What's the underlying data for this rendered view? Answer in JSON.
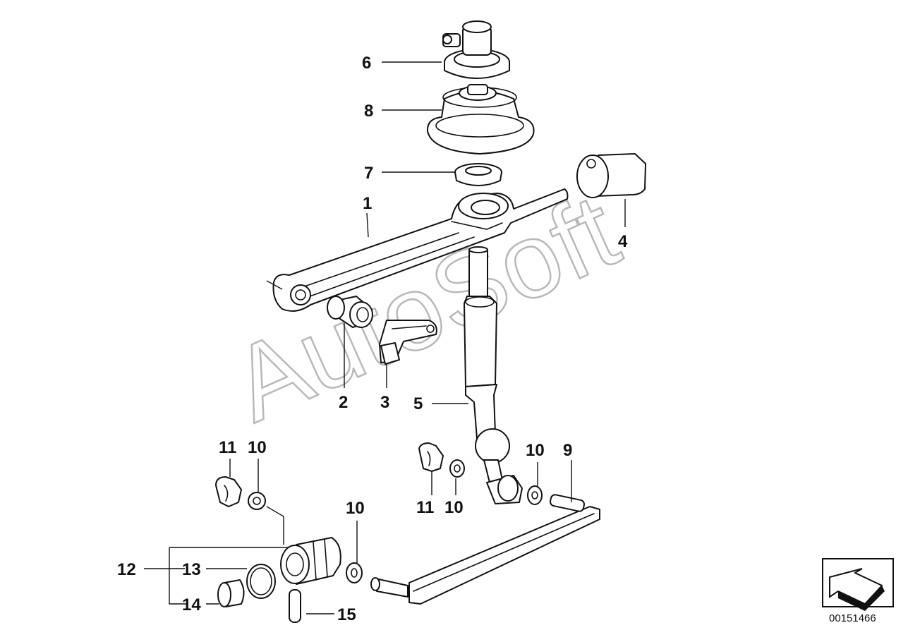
{
  "watermark": "AutoSoft",
  "reference_number": "00151466",
  "callouts": [
    "1",
    "2",
    "3",
    "4",
    "5",
    "6",
    "7",
    "8",
    "9",
    "10",
    "10",
    "10",
    "10",
    "11",
    "11",
    "12",
    "13",
    "14",
    "15"
  ],
  "icon": "navigation-arrow-icon"
}
